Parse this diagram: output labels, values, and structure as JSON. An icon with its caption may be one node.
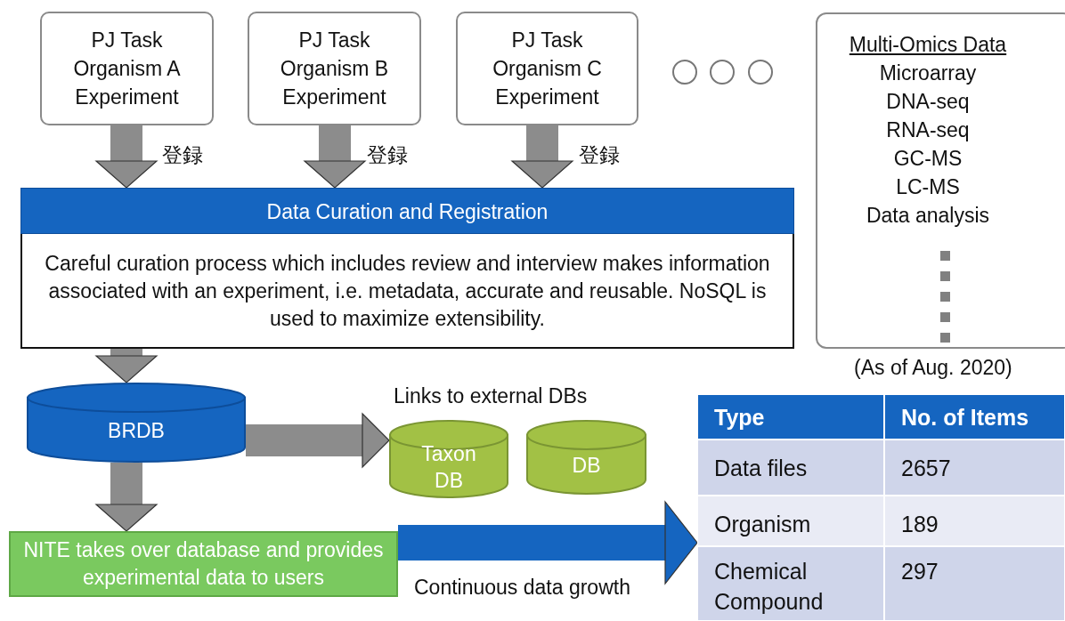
{
  "diagram": {
    "nodes": [
      {
        "text": [
          "PJ Task Organism A Experiment"
        ]
      },
      {
        "text": [
          "PJ Task Organism B Experiment"
        ]
      },
      {
        "text": [
          "PJ Task Organism C Experiment"
        ]
      },
      {
        "text": [],
        "shape": "circle"
      },
      {
        "text": [],
        "shape": "circle"
      },
      {
        "text": [],
        "shape": "circle"
      },
      {
        "text": [
          "Data Curation and Registration",
          "Careful curation process which includes review and interview makes information associated with an experiment, i.e. metadata, accurate and reusable. NoSQL is used to maximize extensibility."
        ]
      },
      {
        "text": [
          "Multi-Omics Data",
          "Microarray",
          "DNA-seq",
          "RNA-seq",
          "GC-MS",
          "LC-MS",
          "Data analysis"
        ]
      },
      {
        "text": [
          "BRDB"
        ]
      },
      {
        "text": [
          "Taxon DB"
        ]
      },
      {
        "text": [
          "DB"
        ]
      },
      {
        "text": [
          "NITE takes over database and provides experimental data to users"
        ]
      },
      {
        "text": [],
        "shape": "box"
      }
    ],
    "edges": [
      {
        "from": 0,
        "to": 6,
        "arrow": "to",
        "label": "登録"
      },
      {
        "from": 1,
        "to": 6,
        "arrow": "to",
        "label": "登録"
      },
      {
        "from": 2,
        "to": 6,
        "arrow": "to",
        "label": "登録"
      },
      {
        "from": 6,
        "to": 8,
        "arrow": "to"
      },
      {
        "from": 8,
        "to": 9,
        "arrow": "to"
      },
      {
        "from": 8,
        "to": 11,
        "arrow": "to"
      },
      {
        "from": 11,
        "to": 12,
        "arrow": "to",
        "label": "Continuous data growth",
        "color": "#1565c0"
      }
    ],
    "labels": [
      "Links to external DBs",
      "(As of Aug. 2020)",
      "Type",
      "No. of Items",
      "Data files",
      "2657",
      "Organism",
      "189",
      "Chemical Compound",
      "297"
    ]
  }
}
